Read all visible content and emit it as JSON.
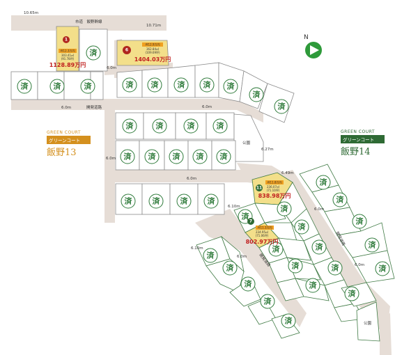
{
  "roads": {
    "city_road": "市道　飯野幹線",
    "dev_road_1": "開発道路",
    "dev_road_2": "開発道路",
    "dev_road_3": "開発道路"
  },
  "dimensions": [
    "10.65m",
    "10.71m",
    "6.0m",
    "6.0m",
    "6.0m",
    "6.0m",
    "6.0m",
    "6.27m",
    "6.10m",
    "6.49m",
    "6.0m",
    "6.0m",
    "6.10m",
    "6.0m"
  ],
  "parks": [
    "公園",
    "公園"
  ],
  "sold_mark": "済",
  "featured_lots": [
    {
      "number": "1",
      "tsubo_price": "坪12.3万円",
      "area_m2": "303.41㎡",
      "area_tsubo": "(91.78坪)",
      "price": "1128.89万円"
    },
    {
      "number": "6",
      "tsubo_price": "坪12.9万円",
      "area_m2": "362.84㎡",
      "area_tsubo": "(109.69坪)",
      "price": "1404.03万円"
    },
    {
      "number": "11",
      "tsubo_price": "坪11.8万円",
      "area_m2": "236.07㎡",
      "area_tsubo": "(71.10坪)",
      "price": "838.98万円"
    },
    {
      "number": "7",
      "tsubo_price": "坪11.3万円",
      "area_m2": "234.95㎡",
      "area_tsubo": "(71.06坪)",
      "price": "802.97万円"
    }
  ],
  "brands": [
    {
      "english": "GREEN COURT",
      "kana": "グリーンコート",
      "kanji": "飯野13",
      "color": "#d4901e"
    },
    {
      "english": "GREEN COURT",
      "kana": "グリーンコート",
      "kanji": "飯野14",
      "color": "#2e6a34"
    }
  ],
  "compass": {
    "label": "N",
    "color": "#2e9a3a"
  },
  "colors": {
    "road": "#e6ddd6",
    "lot13": "#ffffff",
    "featured": "#f3df8a",
    "edge13": "#8a8a8a",
    "edge14": "#3f7a44",
    "sold": "#2e7a3a"
  }
}
